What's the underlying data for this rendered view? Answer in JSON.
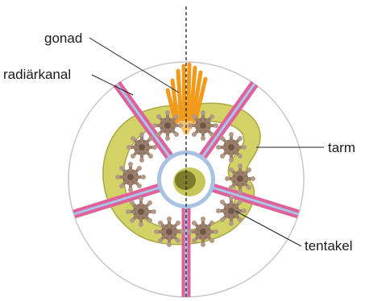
{
  "labels": {
    "gonad": "gonad",
    "radial_canal": "radiärkanal",
    "gut": "tarm",
    "tentacle": "tentakel"
  },
  "colors": {
    "outline": "#c8c8c8",
    "gut_fill": "#d2d267",
    "gut_stroke": "#a9a943",
    "canal_outer": "#e0609a",
    "canal_inner": "#a8c7ea",
    "tentacle": "#9b7f6b",
    "gonad": "#f29a1c",
    "center_ring": "#a9c2e3",
    "center_core": "#7b7b2a"
  },
  "icons": {
    "tentacle_cluster": "tentacle-cluster-icon"
  }
}
